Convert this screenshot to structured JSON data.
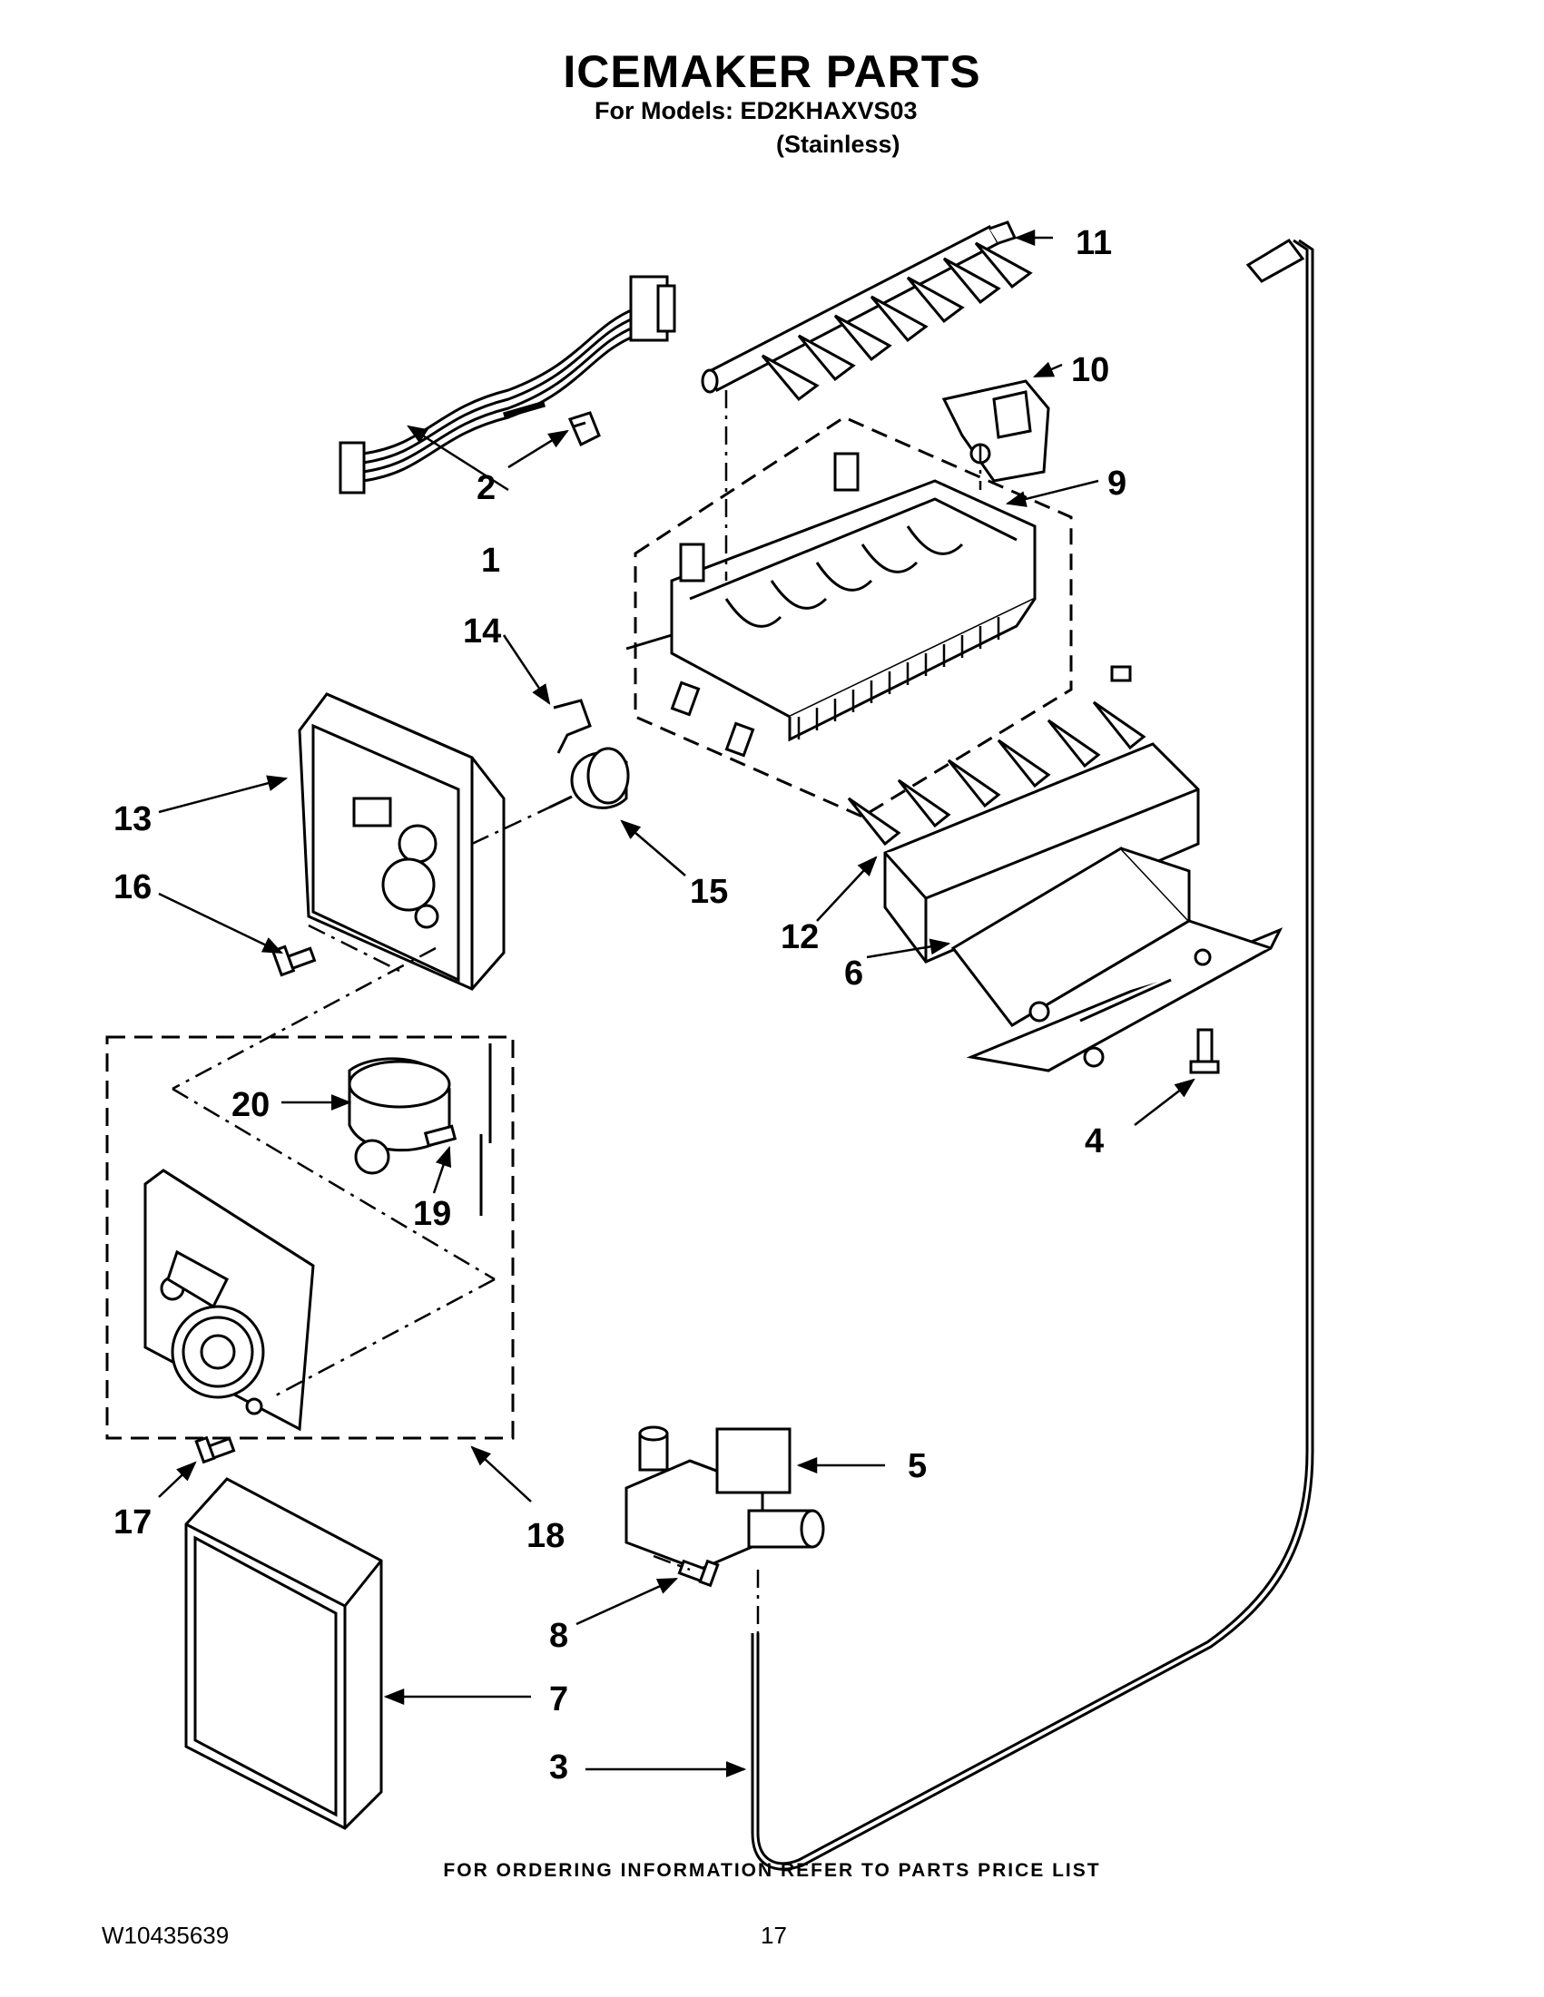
{
  "header": {
    "title": "ICEMAKER PARTS",
    "models_line": "For Models: ED2KHAXVS03",
    "variant_line": "(Stainless)"
  },
  "diagram": {
    "callouts": [
      "1",
      "2",
      "3",
      "4",
      "5",
      "6",
      "7",
      "8",
      "9",
      "10",
      "11",
      "12",
      "13",
      "14",
      "15",
      "16",
      "17",
      "18",
      "19",
      "20"
    ]
  },
  "footer": {
    "ordering_note": "FOR ORDERING INFORMATION REFER TO PARTS PRICE LIST",
    "document_number": "W10435639",
    "page_number": "17"
  }
}
